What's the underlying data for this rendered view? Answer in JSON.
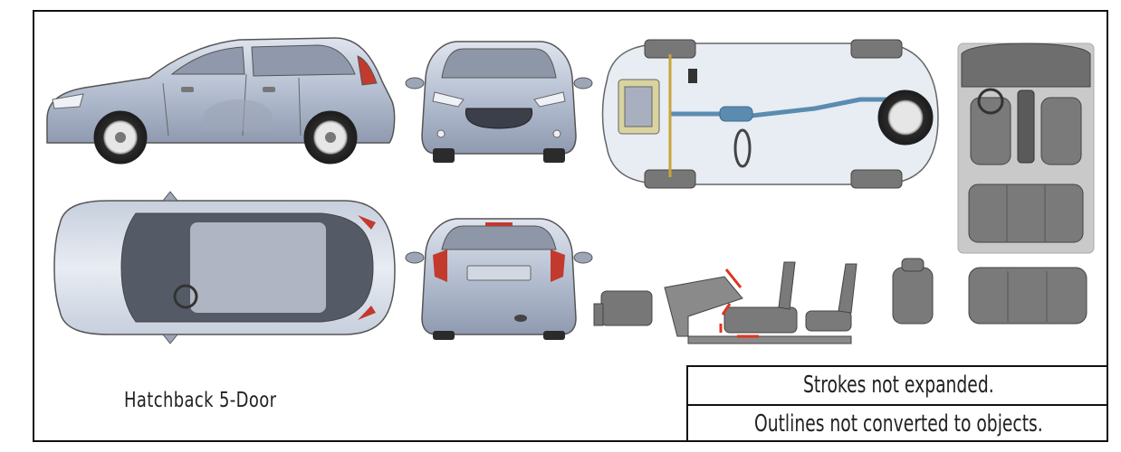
{
  "caption": "Hatchback 5-Door",
  "notes": [
    "Strokes not expanded.",
    "Outlines not converted to objects."
  ],
  "colors": {
    "body": "#aeb9cc",
    "body_light": "#d7dde8",
    "glass": "#8d97a8",
    "tire": "#2b2b2b",
    "seat_panel": "#c9c9c9",
    "seat": "#6e6e6e",
    "light": "#d8483a",
    "arrow": "#e0331f"
  }
}
